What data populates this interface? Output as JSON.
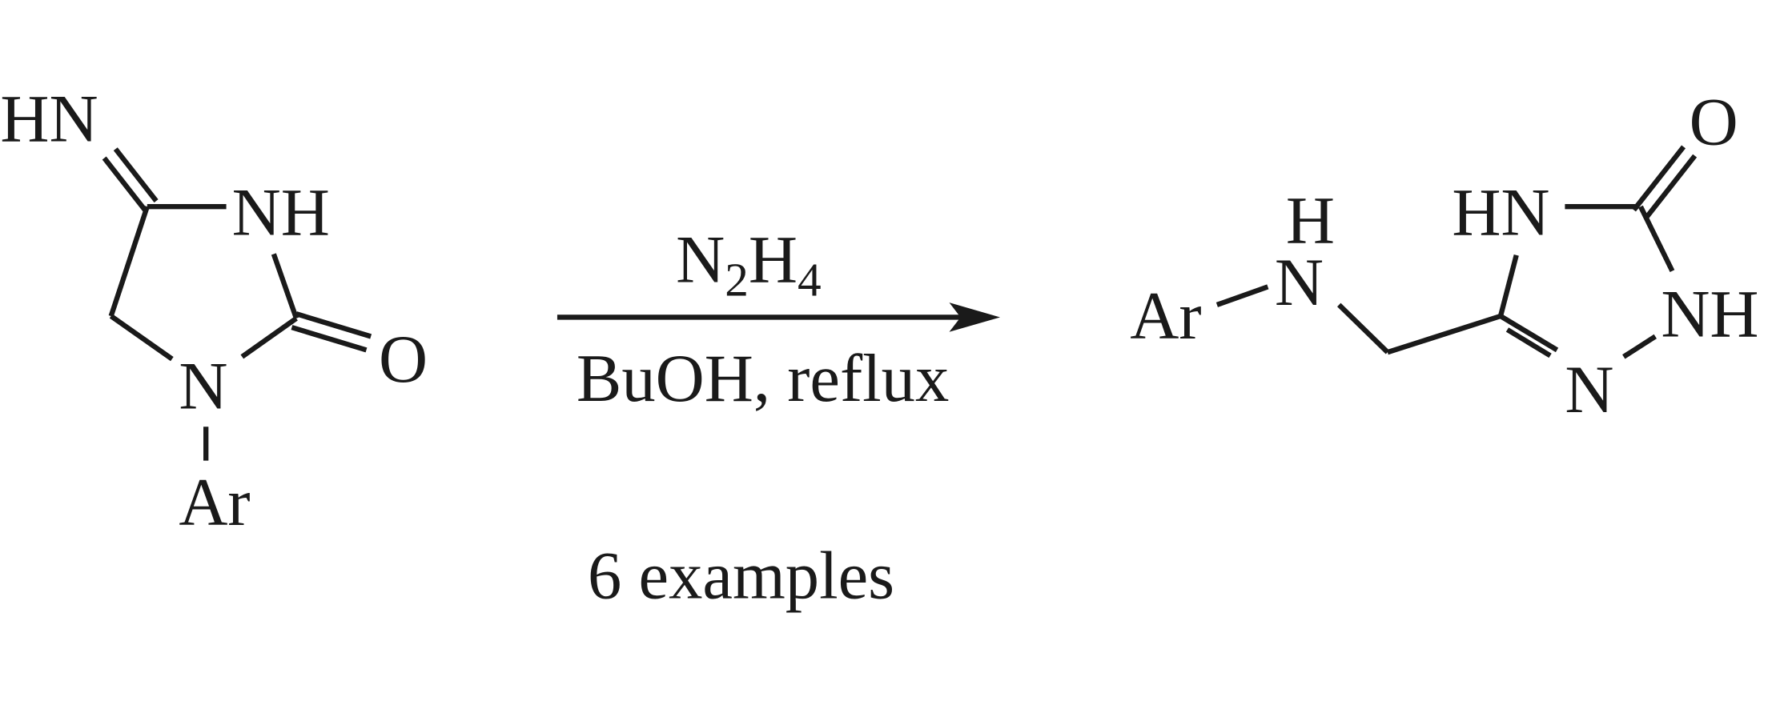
{
  "reactant": {
    "imine": "HN",
    "nh": "NH",
    "oxygen": "O",
    "ring_n": "N",
    "aryl": "Ar"
  },
  "conditions": {
    "reagent_n": "N",
    "reagent_n_sub": "2",
    "reagent_h": "H",
    "reagent_h_sub": "4",
    "solvent": "BuOH, reflux",
    "scope": "6 examples"
  },
  "product": {
    "aryl": "Ar",
    "amine_h": "H",
    "amine_n": "N",
    "hn": "HN",
    "oxygen": "O",
    "nh": "NH",
    "ring_n": "N"
  }
}
